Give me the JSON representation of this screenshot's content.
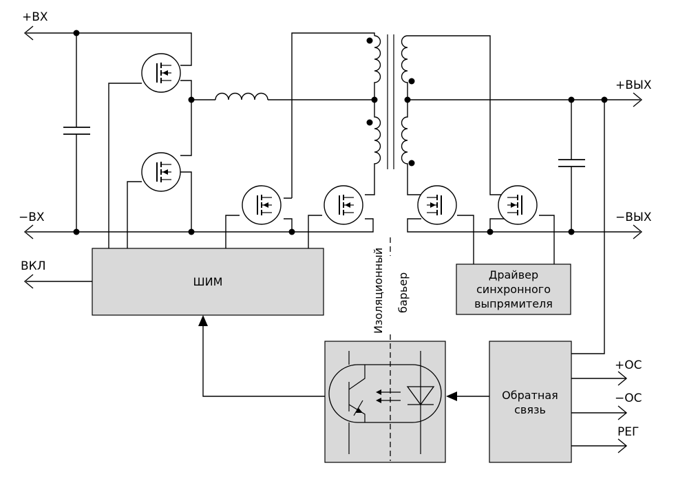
{
  "terminals": {
    "plus_in": "+ВХ",
    "minus_in": "−ВХ",
    "enable": "ВКЛ",
    "plus_out": "+ВЫХ",
    "minus_out": "−ВЫХ",
    "plus_os": "+ОС",
    "minus_os": "−ОС",
    "reg": "РЕГ"
  },
  "blocks": {
    "pwm": "ШИМ",
    "driver": [
      "Драйвер",
      "синхронного",
      "выпрямителя"
    ],
    "feedback": [
      "Обратная",
      "связь"
    ]
  },
  "barrier": [
    "Изоляционный",
    "барьер"
  ]
}
